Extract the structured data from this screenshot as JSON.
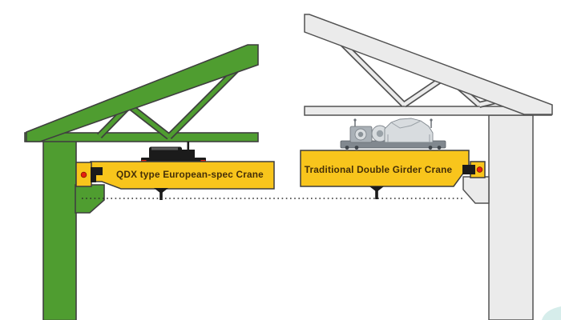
{
  "diagram": {
    "kind": "overhead-crane comparison",
    "hook_level_line": "dotted"
  },
  "girders": {
    "left": {
      "label": "QDX type European-spec Crane"
    },
    "right": {
      "label": "Traditional Double Girder Crane"
    }
  },
  "colors": {
    "background": "#ffffff",
    "green": "#4f9d30",
    "outline": "#3f3f3f",
    "gray_fill": "#ebebeb",
    "gray_outline": "#525252",
    "yellow": "#f8c51c",
    "yellow_outline": "#3d3d3d",
    "red": "#e5200f",
    "black": "#1b1b1b",
    "machinery_dark": "#81888f",
    "machinery_mid": "#aab1b7",
    "machinery_light": "#d8dcdf",
    "text": "#452f08",
    "dotted": "#2a2a2a",
    "corner_accent": "#d2ebe9"
  }
}
